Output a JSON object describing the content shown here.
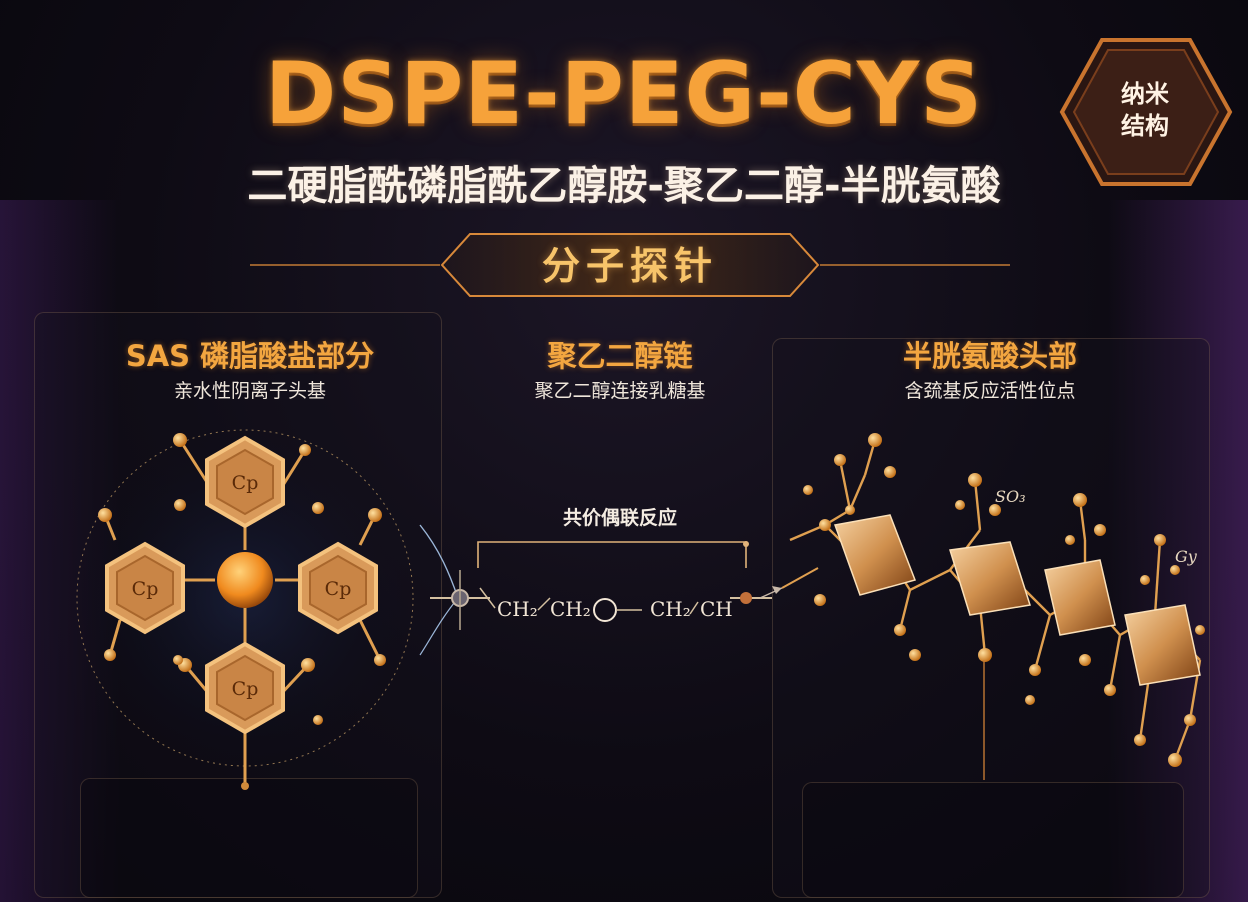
{
  "header": {
    "title": "DSPE-PEG-CYS",
    "subtitle": "二硬脂酰磷脂酰乙醇胺-聚乙二醇-半胱氨酸",
    "banner": "分子探针"
  },
  "badge": {
    "line1": "纳米",
    "line2": "结构"
  },
  "sections": [
    {
      "title": "SAS 磷脂酸盐部分",
      "subtitle": "亲水性阴离子头基"
    },
    {
      "title": "聚乙二醇链",
      "subtitle": "聚乙二醇连接乳糖基"
    },
    {
      "title": "半胱氨酸头部",
      "subtitle": "含巯基反应活性位点"
    }
  ],
  "linker": {
    "label": "共价偶联反应",
    "chain": [
      "CH₂",
      "CH₂",
      "O",
      "CH₂",
      "CH"
    ]
  },
  "ring_labels": [
    "Cp",
    "Cp",
    "Cp",
    "Cp"
  ],
  "molecule_labels": [
    "SO₃",
    "Gy"
  ],
  "colors": {
    "accent": "#f6a23a",
    "gold": "#f7c46a",
    "ring_fill": "#e0a060",
    "background": "#0e0b14"
  }
}
